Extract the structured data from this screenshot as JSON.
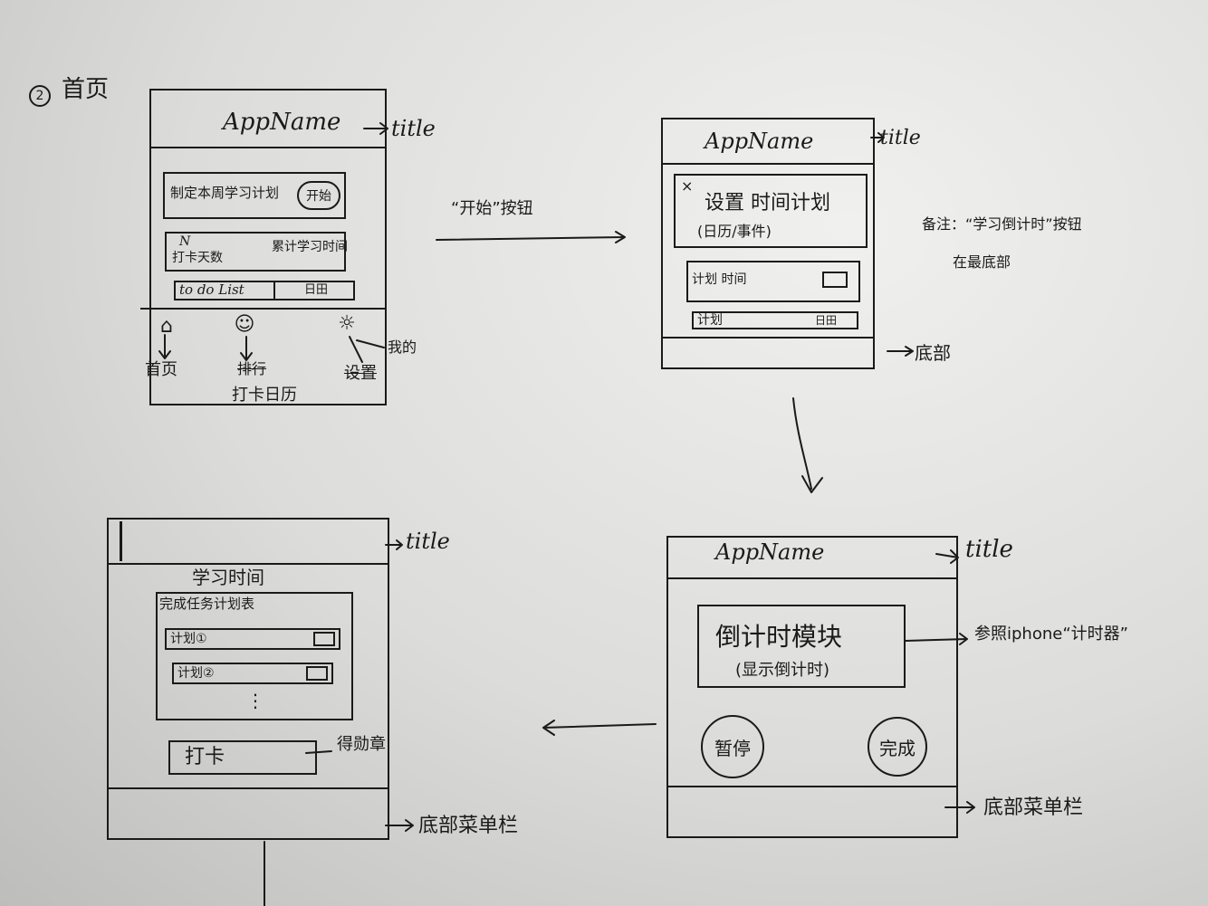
{
  "section_label": "② 首页",
  "screen1": {
    "title": "AppName",
    "title_note": "title",
    "card1_text": "制定本周学习计划",
    "card1_button": "开始",
    "card2_left_top": "N",
    "card2_left": "打卡天数",
    "card2_right": "累计学习时间",
    "todo_label": "to do List",
    "todo_icon": "日田",
    "tab_home": "首页",
    "tab_ranking": "打卡日历",
    "tab_me": "我的",
    "tab_settings_crossed": "设置"
  },
  "arrow1_label": "“开始”按钮",
  "screen2": {
    "title": "AppName",
    "title_note": "title",
    "close": "×",
    "heading": "设置 时间计划",
    "sub": "(日历/事件)",
    "plan_item": "计划 时间",
    "plan_row": "计划",
    "plan_row_icon": "日田",
    "bottom_note": "底部"
  },
  "side_note_line1": "备注：“学习倒计时”按钮",
  "side_note_line2": "在最底部",
  "screen3": {
    "title": "AppName",
    "title_note": "title",
    "module_title": "倒计时模块",
    "module_sub": "(显示倒计时)",
    "ref_note": "参照iphone“计时器”",
    "pause": "暂停",
    "done": "完成",
    "bottom_note": "底部菜单栏"
  },
  "screen4": {
    "title_note": "title",
    "heading": "学习时间",
    "subheading": "完成任务计划表",
    "plan1": "计划①",
    "plan2": "计划②",
    "ellipsis": "⋮",
    "checkin": "打卡",
    "checkin_note": "得勋章",
    "bottom_note": "底部菜单栏"
  }
}
